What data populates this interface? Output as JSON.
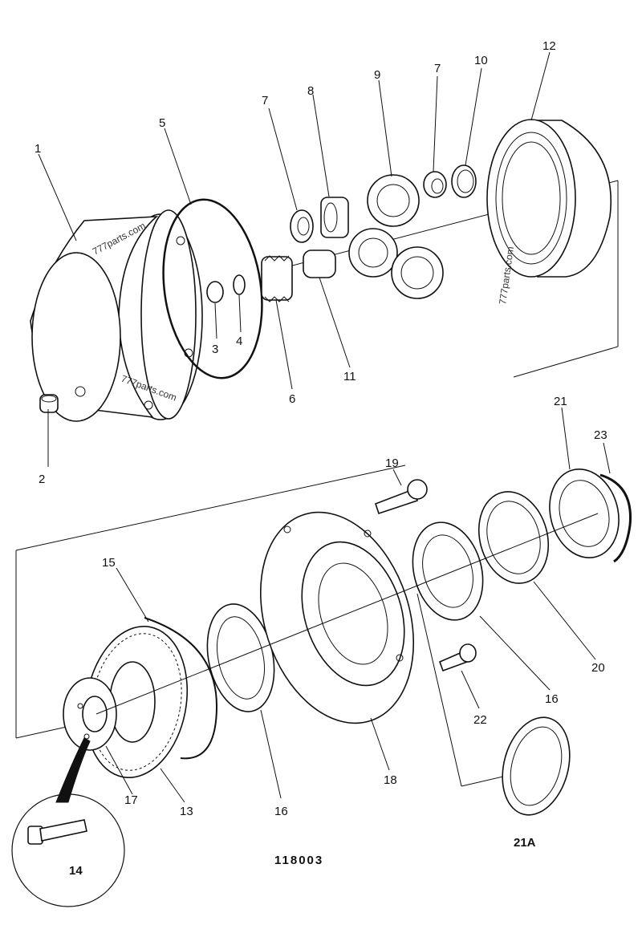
{
  "figure_number": "118003",
  "watermark": "777parts.com",
  "labels": {
    "p1": "1",
    "p2": "2",
    "p3": "3",
    "p4": "4",
    "p5": "5",
    "p6": "6",
    "p7a": "7",
    "p7b": "7",
    "p8": "8",
    "p9": "9",
    "p10": "10",
    "p11": "11",
    "p12": "12",
    "p13": "13",
    "p14": "14",
    "p15": "15",
    "p16a": "16",
    "p16b": "16",
    "p17": "17",
    "p18": "18",
    "p19": "19",
    "p20": "20",
    "p21": "21",
    "p21a": "21A",
    "p22": "22",
    "p23": "23"
  }
}
